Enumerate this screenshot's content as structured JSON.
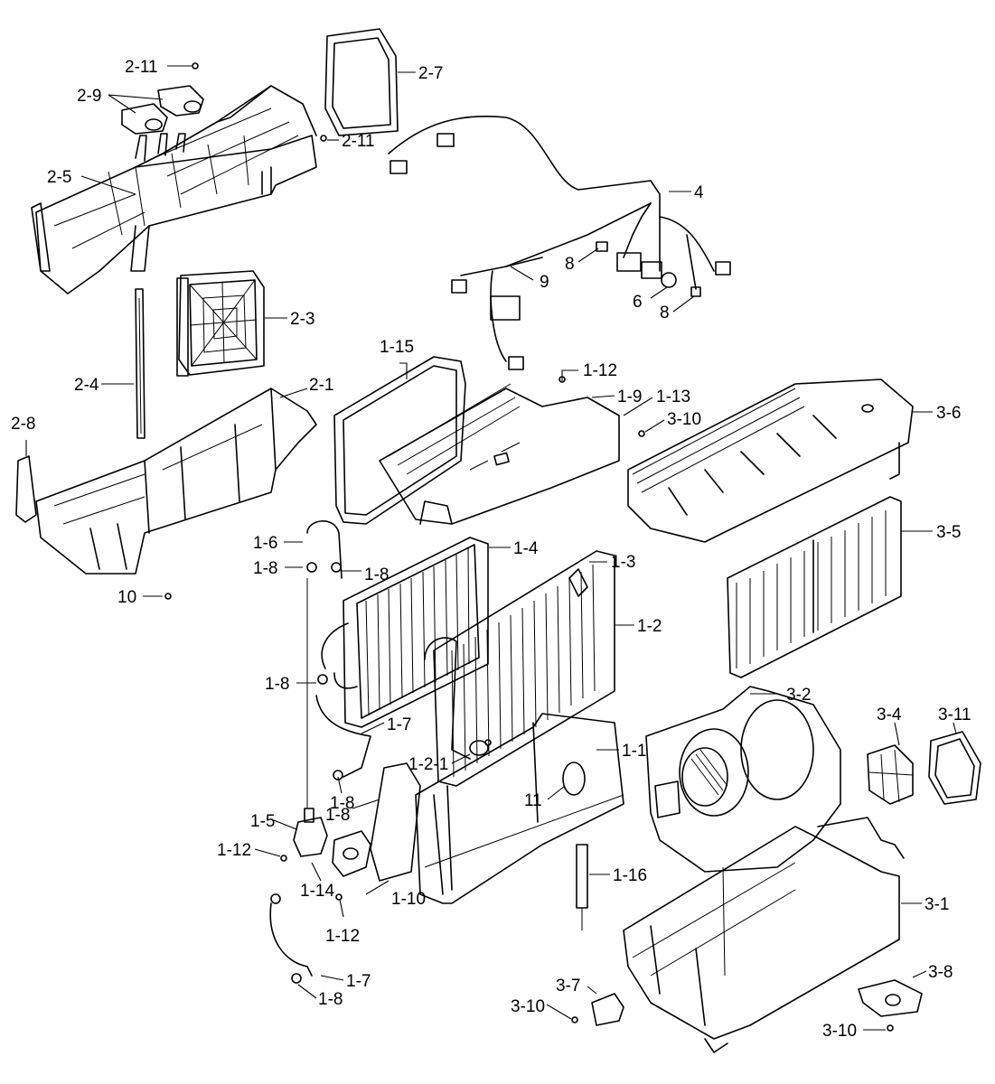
{
  "diagram": {
    "callouts": {
      "c_2_11_a": "2-11",
      "c_2_9": "2-9",
      "c_2_7": "2-7",
      "c_2_11_b": "2-11",
      "c_2_5": "2-5",
      "c_4": "4",
      "c_8_a": "8",
      "c_9": "9",
      "c_6": "6",
      "c_8_b": "8",
      "c_2_3": "2-3",
      "c_1_15": "1-15",
      "c_1_12_a": "1-12",
      "c_2_4": "2-4",
      "c_2_1": "2-1",
      "c_1_9": "1-9",
      "c_1_13": "1-13",
      "c_3_6": "3-6",
      "c_3_10_a": "3-10",
      "c_2_8": "2-8",
      "c_1_6": "1-6",
      "c_1_4": "1-4",
      "c_1_3": "1-3",
      "c_3_5": "3-5",
      "c_1_8_a": "1-8",
      "c_1_8_b": "1-8",
      "c_10": "10",
      "c_1_2": "1-2",
      "c_3_2": "3-2",
      "c_1_8_c": "1-8",
      "c_1_7_a": "1-7",
      "c_1_1": "1-1",
      "c_3_4": "3-4",
      "c_3_11": "3-11",
      "c_1_2_1": "1-2-1",
      "c_11": "11",
      "c_1_8_d": "1-8",
      "c_1_8_e": "1-8",
      "c_1_5": "1-5",
      "c_1_12_b": "1-12",
      "c_1_14": "1-14",
      "c_1_10": "1-10",
      "c_1_16": "1-16",
      "c_3_1": "3-1",
      "c_1_12_c": "1-12",
      "c_1_7_b": "1-7",
      "c_1_8_f": "1-8",
      "c_3_7": "3-7",
      "c_3_8": "3-8",
      "c_3_10_b": "3-10",
      "c_3_10_c": "3-10"
    }
  }
}
